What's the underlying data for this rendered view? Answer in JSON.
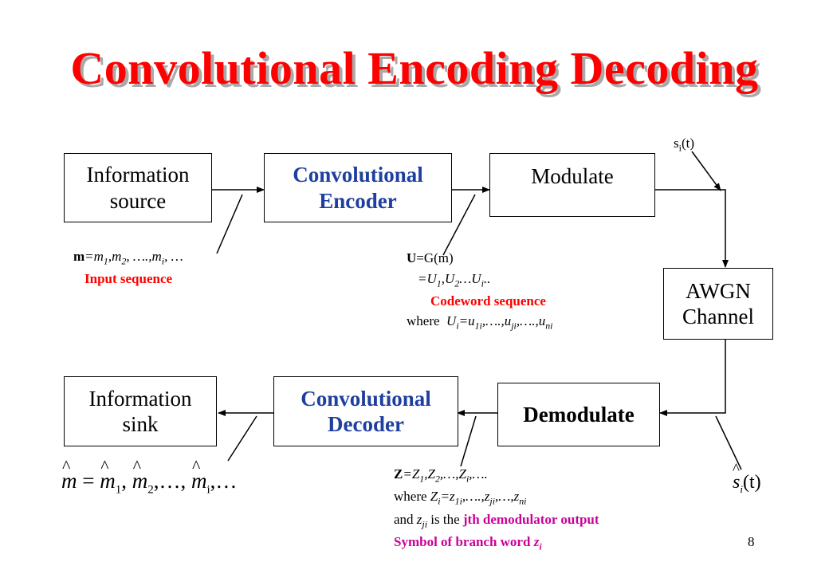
{
  "title": "Convolutional Encoding Decoding",
  "blocks": {
    "info_source": [
      "Information",
      "source"
    ],
    "conv_encoder": [
      "Convolutional",
      "Encoder"
    ],
    "modulate": "Modulate",
    "awgn": [
      "AWGN",
      "Channel"
    ],
    "demodulate": "Demodulate",
    "conv_decoder": [
      "Convolutional",
      "Decoder"
    ],
    "info_sink": [
      "Information",
      "sink"
    ]
  },
  "signals": {
    "si_t": {
      "base": "s",
      "sub": "i",
      "rest": "(t)"
    },
    "si_hat_t": {
      "base": "s",
      "sub": "i",
      "rest": "(t)"
    }
  },
  "input_note": {
    "bold_m": "m",
    "expr": "=m",
    "expr_subs": [
      "1",
      "2",
      "i"
    ],
    "sep": ",",
    "dots": "….,",
    "tail": "…",
    "label": "Input sequence"
  },
  "codeword_note": {
    "bold_u": "U",
    "line1": "=G(m)",
    "line2_prefix": "=U",
    "line2_subs": [
      "1",
      "2",
      "i"
    ],
    "line2_mid": "…U",
    "line2_tail": "..",
    "label": "Codeword sequence",
    "where": "where",
    "where_expr_base": "U",
    "where_expr_sub": "i",
    "where_expr": "=u",
    "where_subs": [
      "1i",
      "ji",
      "ni"
    ],
    "where_mid": ",….,u",
    "where_tail": ",….,u"
  },
  "received_note": {
    "bold_z": "Z",
    "line1": "=Z",
    "line1_subs": [
      "1",
      "2",
      "i"
    ],
    "line1_mid": ",Z",
    "line1_mid2": ",…,Z",
    "line1_tail": ",….",
    "where": "where",
    "where_base": "Z",
    "where_sub": "i",
    "where_expr": "=z",
    "where_subs": [
      "1i",
      "ji",
      "ni"
    ],
    "where_mid": ",….,z",
    "where_tail": ",…,z",
    "and_line_prefix": "and",
    "and_var": "z",
    "and_var_sub": "ji",
    "and_line_mid": "is the",
    "and_line_colored": "jth demodulator output",
    "symbol_line": "Symbol of branch word",
    "symbol_var": "z",
    "symbol_var_sub": "i"
  },
  "decoded_output": {
    "lhs": "m",
    "eq": "=",
    "terms_sub": [
      "1",
      "2",
      "i"
    ],
    "sep": ",",
    "dots": ",…,",
    "tail": ",…"
  },
  "page_number": "8",
  "colors": {
    "title": "#ff0000",
    "block_blue": "#1f3fa0",
    "label_red": "#ff0000",
    "label_magenta": "#cc0099"
  }
}
